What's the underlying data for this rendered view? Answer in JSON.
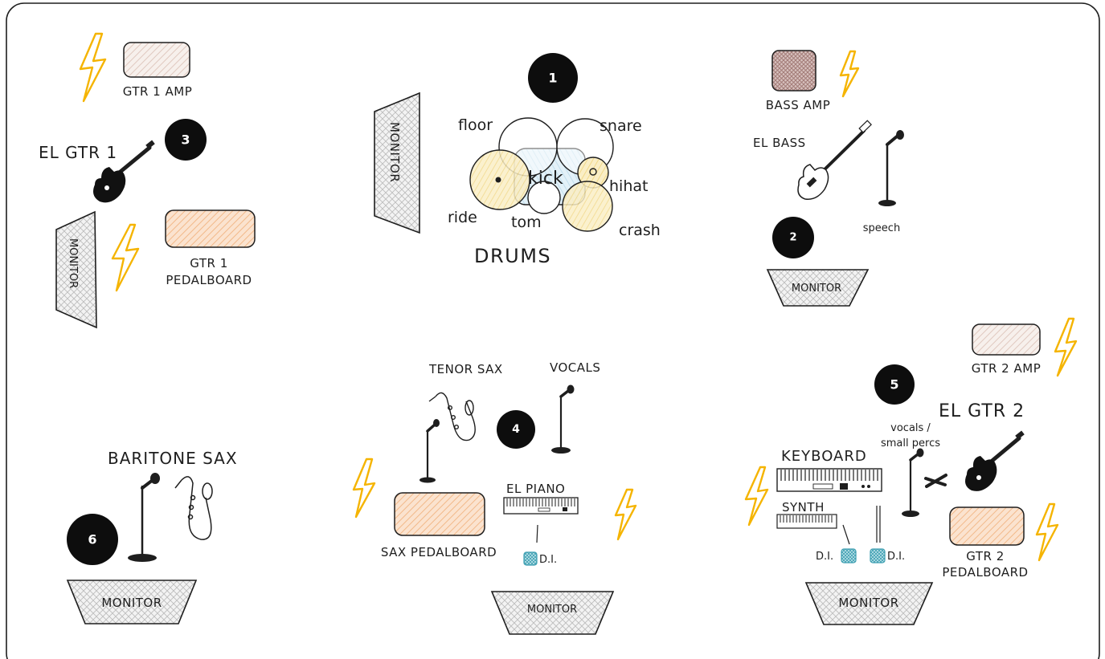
{
  "colors": {
    "ink": "#1e1e1e",
    "bolt": "#f5b400",
    "amp_light": "#f4ebe6",
    "amp_dark": "#b78f8a",
    "pedalboard": "#f6c9a4",
    "monitor": "#e4e4e4",
    "di": "#7ec6d1",
    "drum_yellow": "#f7e3a3",
    "drum_blue": "#cde6f2"
  },
  "stations": {
    "s1": {
      "number": "1",
      "drums_label": "DRUMS",
      "monitor": "MONITOR",
      "drums": {
        "floor": "floor",
        "snare": "snare",
        "kick": "kick",
        "hihat": "hihat",
        "ride": "ride",
        "tom": "tom",
        "crash": "crash"
      }
    },
    "s2": {
      "number": "2",
      "amp": "BASS AMP",
      "instrument": "EL BASS",
      "mic": "speech",
      "monitor": "MONITOR"
    },
    "s3": {
      "number": "3",
      "amp": "GTR 1 AMP",
      "instrument": "EL GTR 1",
      "pedalboard_line1": "GTR 1",
      "pedalboard_line2": "PEDALBOARD",
      "monitor": "MONITOR"
    },
    "s4": {
      "number": "4",
      "sax": "TENOR SAX",
      "vocals": "VOCALS",
      "pedalboard": "SAX PEDALBOARD",
      "piano": "EL PIANO",
      "di": "D.I.",
      "monitor": "MONITOR"
    },
    "s5": {
      "number": "5",
      "amp": "GTR 2 AMP",
      "instrument": "EL GTR 2",
      "mic_line1": "vocals /",
      "mic_line2": "small percs",
      "keyboard": "KEYBOARD",
      "synth": "SYNTH",
      "di_left": "D.I.",
      "di_right": "D.I.",
      "pedalboard_line1": "GTR 2",
      "pedalboard_line2": "PEDALBOARD",
      "monitor": "MONITOR"
    },
    "s6": {
      "number": "6",
      "instrument": "BARITONE SAX",
      "monitor": "MONITOR"
    }
  }
}
